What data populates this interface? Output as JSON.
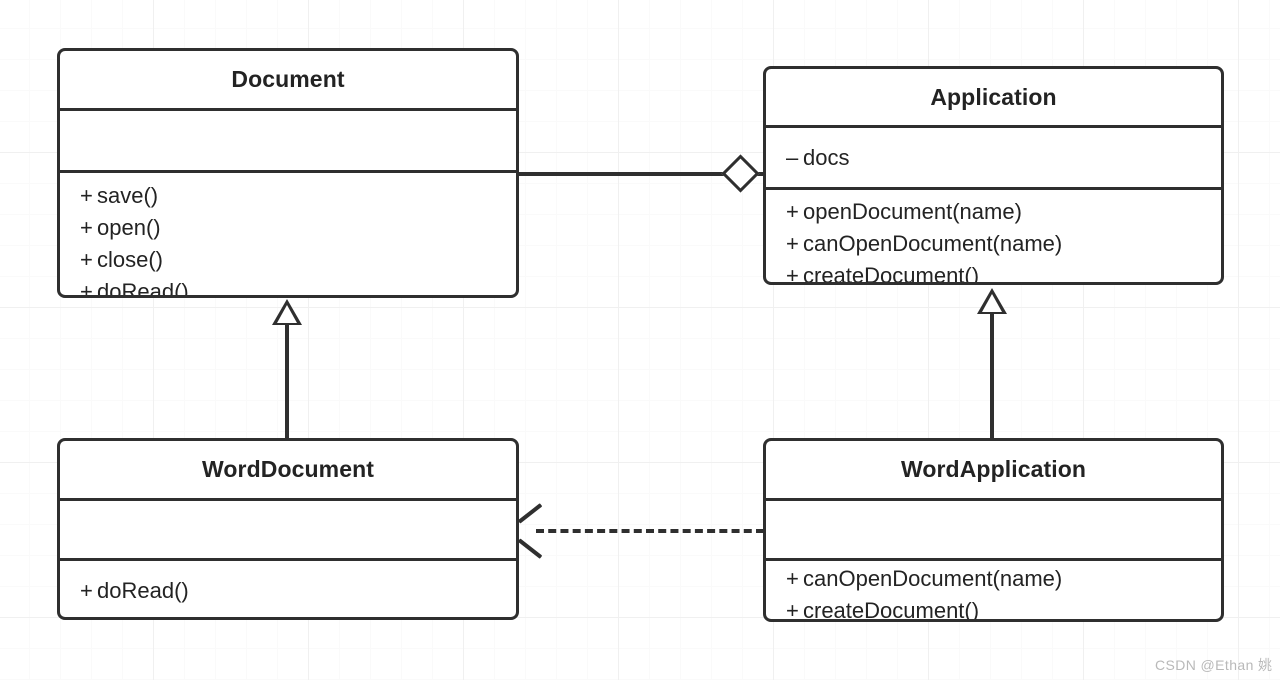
{
  "diagram": {
    "kind": "uml-class-diagram",
    "colors": {
      "stroke": "#2f2f2f",
      "text": "#232323",
      "background": "#ffffff",
      "grid_minor": "#fafafa",
      "grid_major": "#f0f0f0",
      "watermark": "#b9b9b9"
    },
    "classes": [
      {
        "id": "document",
        "name": "Document",
        "attributes": [],
        "operations": [
          {
            "visibility": "+",
            "label": "save()"
          },
          {
            "visibility": "+",
            "label": "open()"
          },
          {
            "visibility": "+",
            "label": "close()"
          },
          {
            "visibility": "+",
            "label": "doRead()"
          }
        ]
      },
      {
        "id": "application",
        "name": "Application",
        "attributes": [
          {
            "visibility": "–",
            "label": "docs"
          }
        ],
        "operations": [
          {
            "visibility": "+",
            "label": "openDocument(name)"
          },
          {
            "visibility": "+",
            "label": "canOpenDocument(name)"
          },
          {
            "visibility": "+",
            "label": "createDocument()"
          }
        ]
      },
      {
        "id": "word-document",
        "name": "WordDocument",
        "attributes": [],
        "operations": [
          {
            "visibility": "+",
            "label": "doRead()"
          }
        ]
      },
      {
        "id": "word-application",
        "name": "WordApplication",
        "attributes": [],
        "operations": [
          {
            "visibility": "+",
            "label": "canOpenDocument(name)"
          },
          {
            "visibility": "+",
            "label": "createDocument()"
          }
        ]
      }
    ],
    "relationships": [
      {
        "id": "aggregation-document-application",
        "type": "aggregation",
        "from": "Document",
        "to": "Application",
        "marker": "hollow-diamond"
      },
      {
        "id": "generalization-worddocument-document",
        "type": "generalization",
        "from": "WordDocument",
        "to": "Document",
        "marker": "hollow-triangle"
      },
      {
        "id": "generalization-wordapplication-application",
        "type": "generalization",
        "from": "WordApplication",
        "to": "Application",
        "marker": "hollow-triangle"
      },
      {
        "id": "dependency-wordapplication-worddocument",
        "type": "dependency",
        "from": "WordApplication",
        "to": "WordDocument",
        "marker": "open-arrow",
        "line_style": "dashed"
      }
    ]
  },
  "watermark": {
    "text": "CSDN @Ethan 姚"
  }
}
